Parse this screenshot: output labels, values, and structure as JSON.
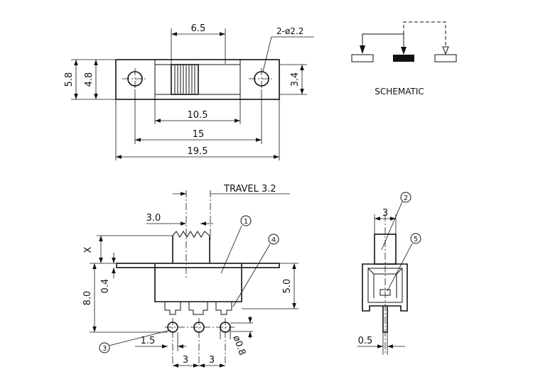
{
  "top_view": {
    "dim_slider_width": "6.5",
    "dim_holes": "2-ø2.2",
    "dim_height_outer": "5.8",
    "dim_height_inner": "4.8",
    "dim_slot": "3.4",
    "dim_body_width": "10.5",
    "dim_hole_pitch": "15",
    "dim_total_width": "19.5"
  },
  "schematic": {
    "label": "SCHEMATIC"
  },
  "front_view": {
    "travel_label": "TRAVEL",
    "travel_value": "3.2",
    "dim_knob_width": "3.0",
    "dim_x": "X",
    "dim_plate": "0.4",
    "dim_total_height": "8.0",
    "dim_body_height": "5.0",
    "dim_pin_offset": "1.5",
    "dim_pitch_left": "3",
    "dim_pitch_right": "3",
    "dim_pin_diameter": "ø0.8",
    "callout_1": "1",
    "callout_3": "3",
    "callout_4": "4"
  },
  "side_view": {
    "dim_knob_width": "3",
    "dim_pin_width": "0.5",
    "callout_2": "2",
    "callout_5": "5"
  }
}
